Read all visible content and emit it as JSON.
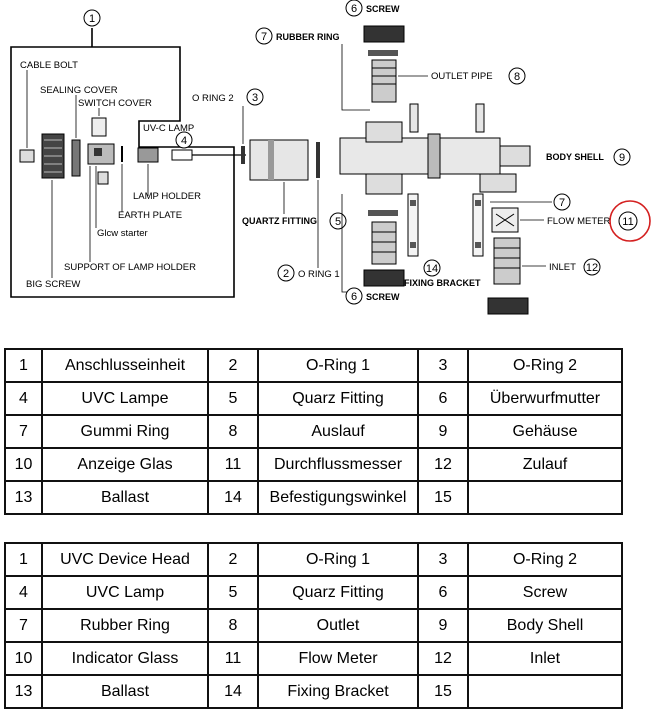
{
  "diagram": {
    "labels": {
      "cable_bolt": "CABLE BOLT",
      "sealing_cover": "SEALING COVER",
      "switch_cover": "SWITCH COVER",
      "uvc_lamp": "UV-C LAMP",
      "lamp_holder": "LAMP HOLDER",
      "earth_plate": "EARTH PLATE",
      "glow_starter": "Glcw starter",
      "support_lamp_holder": "SUPPORT OF LAMP HOLDER",
      "big_screw": "BIG SCREW",
      "o_ring_2": "O RING 2",
      "quartz_fitting": "QUARTZ FITTING",
      "o_ring_1": "O RING 1",
      "rubber_ring": "RUBBER RING",
      "screw_top": "SCREW",
      "outlet_pipe": "OUTLET PIPE",
      "body_shell": "BODY SHELL",
      "flow_meter": "FLOW METER",
      "inlet": "INLET",
      "fixing_bracket": "FIXING BRACKET",
      "screw_bottom": "SCREW"
    },
    "numbers": {
      "n1": "1",
      "n2": "2",
      "n3": "3",
      "n4": "4",
      "n5": "5",
      "n6a": "6",
      "n6b": "6",
      "n7a": "7",
      "n7b": "7",
      "n8": "8",
      "n9": "9",
      "n11": "11",
      "n12": "12",
      "n14": "14"
    },
    "highlight_color": "#d42020"
  },
  "table_de": [
    [
      {
        "n": "1",
        "t": "Anschlusseinheit"
      },
      {
        "n": "2",
        "t": "O-Ring 1"
      },
      {
        "n": "3",
        "t": "O-Ring 2"
      }
    ],
    [
      {
        "n": "4",
        "t": "UVC Lampe"
      },
      {
        "n": "5",
        "t": "Quarz Fitting"
      },
      {
        "n": "6",
        "t": "Überwurfmutter"
      }
    ],
    [
      {
        "n": "7",
        "t": "Gummi Ring"
      },
      {
        "n": "8",
        "t": "Auslauf"
      },
      {
        "n": "9",
        "t": "Gehäuse"
      }
    ],
    [
      {
        "n": "10",
        "t": "Anzeige Glas"
      },
      {
        "n": "11",
        "t": "Durchflussmesser"
      },
      {
        "n": "12",
        "t": "Zulauf"
      }
    ],
    [
      {
        "n": "13",
        "t": "Ballast"
      },
      {
        "n": "14",
        "t": "Befestigungswinkel"
      },
      {
        "n": "15",
        "t": ""
      }
    ]
  ],
  "table_en": [
    [
      {
        "n": "1",
        "t": "UVC Device Head"
      },
      {
        "n": "2",
        "t": "O-Ring 1"
      },
      {
        "n": "3",
        "t": "O-Ring 2"
      }
    ],
    [
      {
        "n": "4",
        "t": "UVC Lamp"
      },
      {
        "n": "5",
        "t": "Quarz Fitting"
      },
      {
        "n": "6",
        "t": "Screw"
      }
    ],
    [
      {
        "n": "7",
        "t": "Rubber Ring"
      },
      {
        "n": "8",
        "t": "Outlet"
      },
      {
        "n": "9",
        "t": "Body Shell"
      }
    ],
    [
      {
        "n": "10",
        "t": "Indicator Glass"
      },
      {
        "n": "11",
        "t": "Flow Meter"
      },
      {
        "n": "12",
        "t": "Inlet"
      }
    ],
    [
      {
        "n": "13",
        "t": "Ballast"
      },
      {
        "n": "14",
        "t": "Fixing Bracket"
      },
      {
        "n": "15",
        "t": ""
      }
    ]
  ]
}
